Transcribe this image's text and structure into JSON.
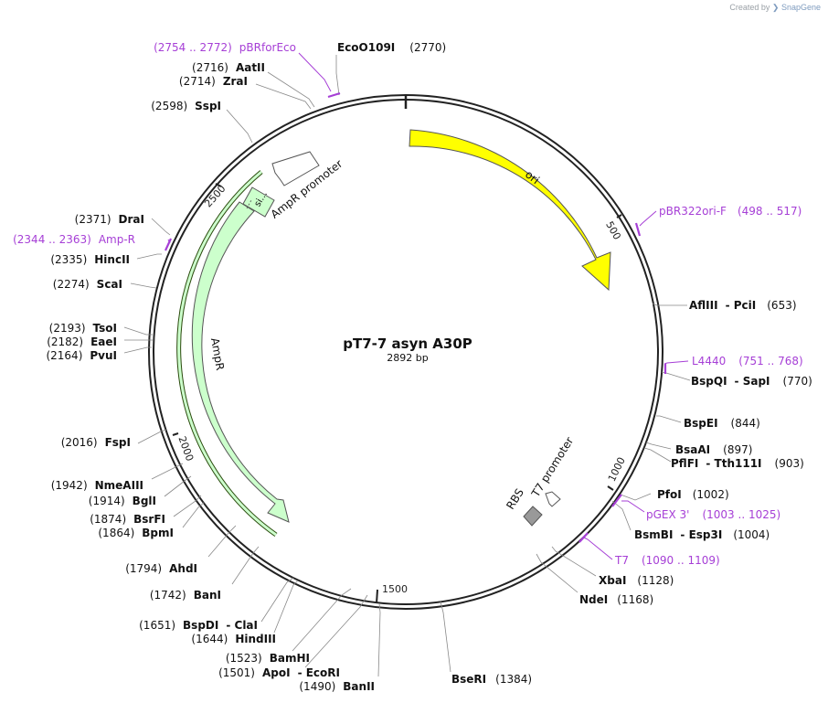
{
  "credit": {
    "prefix": "Created by",
    "brand": "SnapGene"
  },
  "plasmid": {
    "name": "pT7-7 asyn A30P",
    "size": "2892 bp",
    "length": 2892
  },
  "ticks": [
    {
      "pos": 500,
      "label": "500"
    },
    {
      "pos": 1000,
      "label": "1000"
    },
    {
      "pos": 1500,
      "label": "1500"
    },
    {
      "pos": 2000,
      "label": "2000"
    },
    {
      "pos": 2500,
      "label": "2500"
    }
  ],
  "features": [
    {
      "id": "ori",
      "label": "ori"
    },
    {
      "id": "ampr",
      "label": "AmpR"
    },
    {
      "id": "ampr-promoter",
      "label": "AmpR promoter"
    },
    {
      "id": "signal",
      "label": "si…"
    },
    {
      "id": "t7-promoter",
      "label": "T7 promoter"
    },
    {
      "id": "rbs",
      "label": "RBS"
    }
  ],
  "colors": {
    "ori": "#ffff00",
    "ampr": "#ccffcc",
    "primer": "#a63fd6",
    "backbone": "#222222",
    "rbs": "#999999"
  },
  "labels": [
    {
      "id": "ecoo109i",
      "name": "EcoO109I",
      "pos": "(2770)"
    },
    {
      "id": "aatii",
      "name": "AatII",
      "pos": "(2716)"
    },
    {
      "id": "zrai",
      "name": "ZraI",
      "pos": "(2714)"
    },
    {
      "id": "sspi",
      "name": "SspI",
      "pos": "(2598)"
    },
    {
      "id": "drai",
      "name": "DraI",
      "pos": "(2371)"
    },
    {
      "id": "hincii",
      "name": "HincII",
      "pos": "(2335)"
    },
    {
      "id": "scai",
      "name": "ScaI",
      "pos": "(2274)"
    },
    {
      "id": "tsoi",
      "name": "TsoI",
      "pos": "(2193)"
    },
    {
      "id": "eaei",
      "name": "EaeI",
      "pos": "(2182)"
    },
    {
      "id": "pvui",
      "name": "PvuI",
      "pos": "(2164)"
    },
    {
      "id": "fspi",
      "name": "FspI",
      "pos": "(2016)"
    },
    {
      "id": "nmeaiii",
      "name": "NmeAIII",
      "pos": "(1942)"
    },
    {
      "id": "bgli",
      "name": "BglI",
      "pos": "(1914)"
    },
    {
      "id": "bsrfi",
      "name": "BsrFI",
      "pos": "(1874)"
    },
    {
      "id": "bpmi",
      "name": "BpmI",
      "pos": "(1864)"
    },
    {
      "id": "ahdi",
      "name": "AhdI",
      "pos": "(1794)"
    },
    {
      "id": "bani",
      "name": "BanI",
      "pos": "(1742)"
    },
    {
      "id": "bspdi",
      "name": "BspDI",
      "name2": "ClaI",
      "pos": "(1651)"
    },
    {
      "id": "hindiii",
      "name": "HindIII",
      "pos": "(1644)"
    },
    {
      "id": "bamhi",
      "name": "BamHI",
      "pos": "(1523)"
    },
    {
      "id": "apoi",
      "name": "ApoI",
      "name2": "EcoRI",
      "pos": "(1501)"
    },
    {
      "id": "banii",
      "name": "BanII",
      "pos": "(1490)"
    },
    {
      "id": "bseri",
      "name": "BseRI",
      "pos": "(1384)"
    },
    {
      "id": "ndei",
      "name": "NdeI",
      "pos": "(1168)"
    },
    {
      "id": "xbai",
      "name": "XbaI",
      "pos": "(1128)"
    },
    {
      "id": "bsmbi",
      "name": "BsmBI",
      "name2": "Esp3I",
      "pos": "(1004)"
    },
    {
      "id": "pfoi",
      "name": "PfoI",
      "pos": "(1002)"
    },
    {
      "id": "pflfi",
      "name": "PflFI",
      "name2": "Tth111I",
      "pos": "(903)"
    },
    {
      "id": "bsaai",
      "name": "BsaAI",
      "pos": "(897)"
    },
    {
      "id": "bspei",
      "name": "BspEI",
      "pos": "(844)"
    },
    {
      "id": "bspqi",
      "name": "BspQI",
      "name2": "SapI",
      "pos": "(770)"
    },
    {
      "id": "afliii",
      "name": "AflIII",
      "name2": "PciI",
      "pos": "(653)"
    }
  ],
  "primers": [
    {
      "id": "pbrforeco",
      "name": "pBRforEco",
      "range": "(2754 .. 2772)"
    },
    {
      "id": "amp-r",
      "name": "Amp-R",
      "range": "(2344 .. 2363)"
    },
    {
      "id": "pbr322ori-f",
      "name": "pBR322ori-F",
      "range": "(498 .. 517)"
    },
    {
      "id": "l4440",
      "name": "L4440",
      "range": "(751 .. 768)"
    },
    {
      "id": "pgex3",
      "name": "pGEX 3'",
      "range": "(1003 .. 1025)"
    },
    {
      "id": "t7",
      "name": "T7",
      "range": "(1090 .. 1109)"
    }
  ]
}
